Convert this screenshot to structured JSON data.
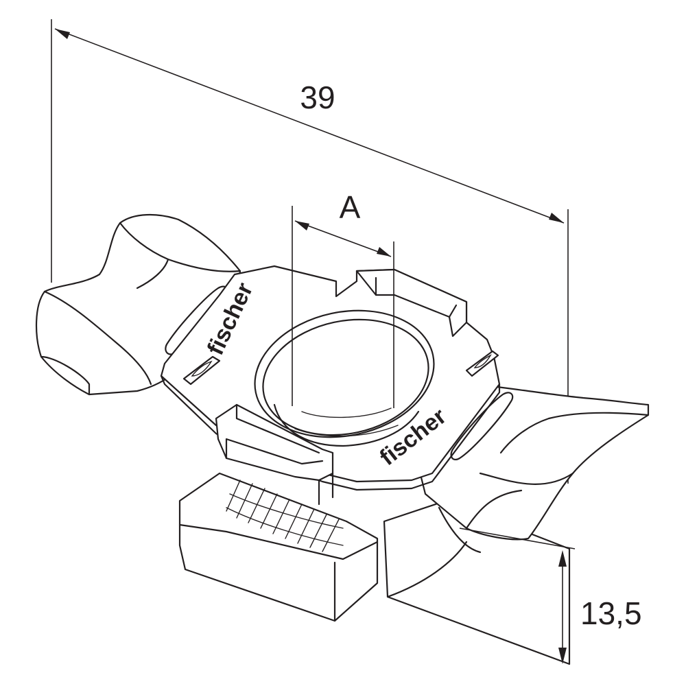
{
  "dimensions": {
    "length": "39",
    "opening": "A",
    "height": "13,5"
  },
  "brand_text": "fischer",
  "colors": {
    "line": "#231f20",
    "background": "#ffffff"
  }
}
